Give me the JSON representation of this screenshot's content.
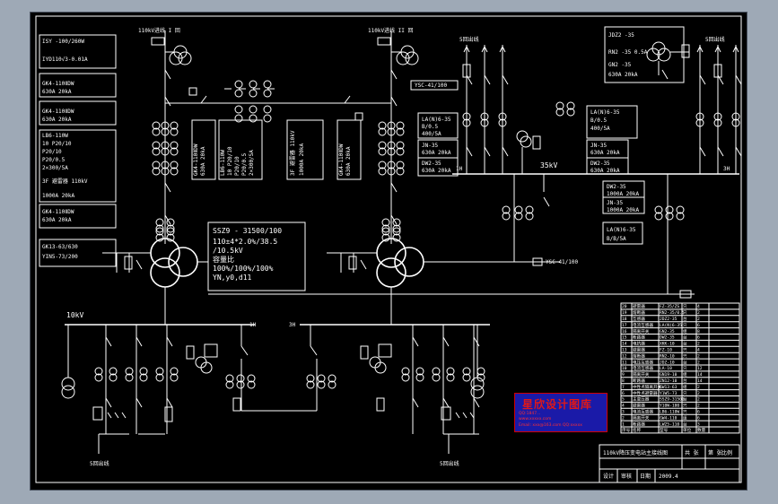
{
  "drawing": {
    "title": "110kV降压变电站主接线图",
    "incoming_left": "110kV进线 I 回",
    "incoming_right": "110kV进线 II 回",
    "bus_35_label": "35kV",
    "bus_35_sec_1": "1H",
    "bus_35_sec_2": "3H",
    "bus_10_label": "10kV",
    "bus_10_sec_1": "1H",
    "bus_10_sec_2": "3H",
    "out_35_left": "5回出线",
    "out_35_right": "5回出线",
    "out_10_left": "5回出线",
    "out_10_right": "5回出线"
  },
  "left_specs": [
    "ISY -100/260W",
    "IYD110√3-0.01A",
    "GK4-110ⅡDW",
    "630A 20kA",
    "GK4-110ⅡDW",
    "630A 20kA",
    "LB6-110W",
    "10 P20/10",
    "P20/10",
    "P20/0.5",
    "2×300/5A",
    "3F 避雷器 110kV",
    "1000A 20kA",
    "GK4-110ⅡDW",
    "630A 20kA",
    "GK13-63/630",
    "YIN5-73/200"
  ],
  "mid_specs": {
    "a": [
      "GK4-110ⅡDW",
      "630A 20kA"
    ],
    "b": [
      "LB6-110W",
      "10 P20/10",
      "P20/10",
      "P20/0.5",
      "2×300/5A"
    ],
    "c": [
      "3F 避雷器 110kV",
      "1000A 20kA"
    ],
    "d": [
      "GK4-110ⅡDW",
      "630A 20kA"
    ]
  },
  "transformer": {
    "lines": [
      "SSZ9 - 31500/100",
      "110±4*2.0%/38.5",
      "/10.5kV",
      "容量比",
      "100%/100%/100%",
      "YN,y0,d11"
    ]
  },
  "ysc_top": "YSC-41/100",
  "ysc_mid": "YSC-41/100",
  "right_specs": {
    "jdz": [
      "JDZ2 -35",
      "RN2 -35 0.5A",
      "GN2 -35",
      "630A 20kA"
    ],
    "lcw_top": [
      "LA(N)6-35",
      "B/0.5",
      "400/5A"
    ],
    "lcw_left": [
      "LA(N)6-35",
      "B/0.5",
      "400/5A"
    ],
    "gn_left": [
      "JN-35",
      "630A 20kA"
    ],
    "dw_left": [
      "DW2-35",
      "630A 20kA"
    ],
    "gn_mid": [
      "JN-35",
      "630A 20kA"
    ],
    "dw_mid": [
      "DW2-35",
      "630A 20kA"
    ],
    "dw_low": [
      "DW2-35",
      "1000A 20kA"
    ],
    "jn_low": [
      "JN-35",
      "1000A 20kA"
    ],
    "lcw_low": [
      "LA(N)6-35",
      "B/B/5A"
    ]
  },
  "table": {
    "rows": [
      [
        "20",
        "避雷器",
        "FZ-35/ZS",
        "只",
        "4"
      ],
      [
        "19",
        "熔断器",
        "RN2-35/0.5",
        "只",
        "2"
      ],
      [
        "18",
        "互感器",
        "JDZ2-35",
        "台",
        "2"
      ],
      [
        "17",
        "电流互感器",
        "LA(N)6-35",
        "只",
        "6"
      ],
      [
        "16",
        "隔离开关",
        "GN2-35",
        "组",
        "8"
      ],
      [
        "15",
        "断路器",
        "DW2-35",
        "台",
        "6"
      ],
      [
        "14",
        "电抗器",
        "XKK-10",
        "台",
        "2"
      ],
      [
        "13",
        "避雷器",
        "FZ-10",
        "只",
        "4"
      ],
      [
        "12",
        "熔断器",
        "RN2-10",
        "只",
        "2"
      ],
      [
        "11",
        "电压互感器",
        "JDZ-10",
        "台",
        "2"
      ],
      [
        "10",
        "电流互感器",
        "LA-10",
        "只",
        "12"
      ],
      [
        "9",
        "隔离开关",
        "GN19-10",
        "组",
        "14"
      ],
      [
        "8",
        "断路器",
        "ZN12-10",
        "台",
        "14"
      ],
      [
        "7",
        "中性点隔离开关",
        "GW13-63",
        "组",
        "2"
      ],
      [
        "6",
        "中性点避雷器",
        "Y1W5-73",
        "只",
        "2"
      ],
      [
        "5",
        "主变压器",
        "SSZ9-31500",
        "台",
        "2"
      ],
      [
        "4",
        "避雷器",
        "Y10W-100",
        "只",
        "2"
      ],
      [
        "3",
        "电流互感器",
        "LB6-110W",
        "只",
        "6"
      ],
      [
        "2",
        "隔离开关",
        "GW4-110",
        "组",
        "6"
      ],
      [
        "1",
        "断路器",
        "LW25-110",
        "台",
        "3"
      ]
    ],
    "header": [
      "序号",
      "名称",
      "型号",
      "单位",
      "数量"
    ],
    "title_block": "110kV降压变电站主接线图",
    "sheet_label": "共 张",
    "sheet_no": "第 张",
    "scale_label": "比例",
    "row_design": "设计",
    "row_check": "审核",
    "row_date": "日期",
    "date_value": "2009.4"
  },
  "watermark": {
    "title": "星欣设计图库",
    "line1": "QQ:1847...",
    "line2": "www.xxxxx.com",
    "line3": "Email: xxx@163.com  QQ:xxxxx"
  }
}
